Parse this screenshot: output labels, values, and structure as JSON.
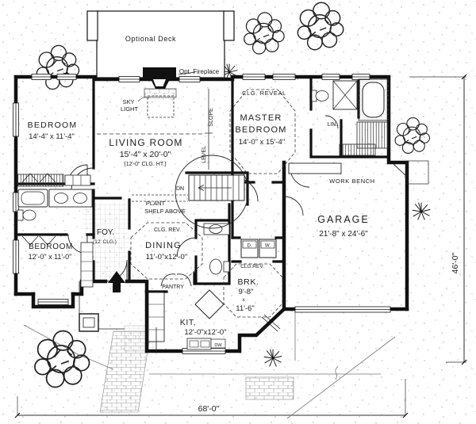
{
  "labels": {
    "optional_deck": "Optional Deck",
    "opt_fireplace": "Opt. Fireplace",
    "sky": "SKY",
    "light": "LIGHT",
    "slope": "SLOPE",
    "level": "LEVEL",
    "dn": "DN",
    "plant": "PLANT",
    "shelf_above": "SHELF ABOVE",
    "foy": "FOY.",
    "foy_clg": "(12' CLG.)",
    "clg_reveal": "CLG. REVEAL",
    "lin": "LIN.",
    "work_bench": "WORK BENCH",
    "dryer": "D.",
    "washer": "W.",
    "clg_rev_dining": "CLG. REV.",
    "clg_rev_brk": "CLG.REV.",
    "pantry": "PANTRY",
    "dw": "DW"
  },
  "rooms": {
    "bedroom1": {
      "name": "BEDROOM",
      "dims": "14'-4\" x 11'-4\""
    },
    "living": {
      "name": "LIVING ROOM",
      "dims": "15'-4\" x 20'-0\"",
      "note": "(12'-0\" CLG. HT.)"
    },
    "master": {
      "name_line1": "MASTER",
      "name_line2": "BEDROOM",
      "dims": "14'-0\" x 15'-4\""
    },
    "garage": {
      "name": "GARAGE",
      "dims": "21'-8\" x 24'-6\""
    },
    "bedroom2": {
      "name": "BEDROOM",
      "dims": "12'-0\" x 11'-0\""
    },
    "dining": {
      "name": "DINING",
      "dims": "11'-0\"x12'-0\""
    },
    "brk": {
      "name": "BRK.",
      "dim_w": "9'-8\"",
      "dim_x": "x",
      "dim_h": "11'-6\""
    },
    "kitchen": {
      "name": "KIT.",
      "dims": "12'-0\"x12'-0\""
    }
  },
  "dimensions": {
    "overall_width": "68'-0\"",
    "overall_height": "46'-0\""
  },
  "colors": {
    "ink": "#1a1a1a",
    "paper": "#ffffff",
    "dim_line": "#888888"
  }
}
